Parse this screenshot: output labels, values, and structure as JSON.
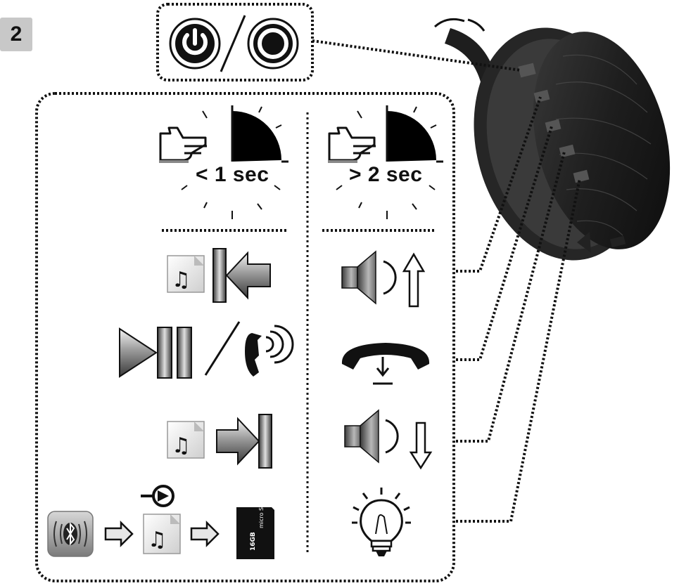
{
  "step_number": "2",
  "power_symbols": [
    "power-on-icon",
    "power-off-icon"
  ],
  "short_press": {
    "label": "< 1 sec",
    "functions": [
      "previous-track",
      "play-pause / answer-call",
      "next-track",
      "bluetooth → music → micro-sd mode switch"
    ]
  },
  "long_press": {
    "label": "> 2 sec",
    "functions": [
      "volume-up",
      "end-call",
      "volume-down",
      "led-light"
    ]
  },
  "sd_card": {
    "capacity_text": "16GB",
    "brand_text": "micro SD"
  },
  "colors": {
    "outline": "#111111",
    "badge_bg": "#c8c8c8",
    "metal_light": "#e8e8e8",
    "metal_dark": "#555555"
  }
}
